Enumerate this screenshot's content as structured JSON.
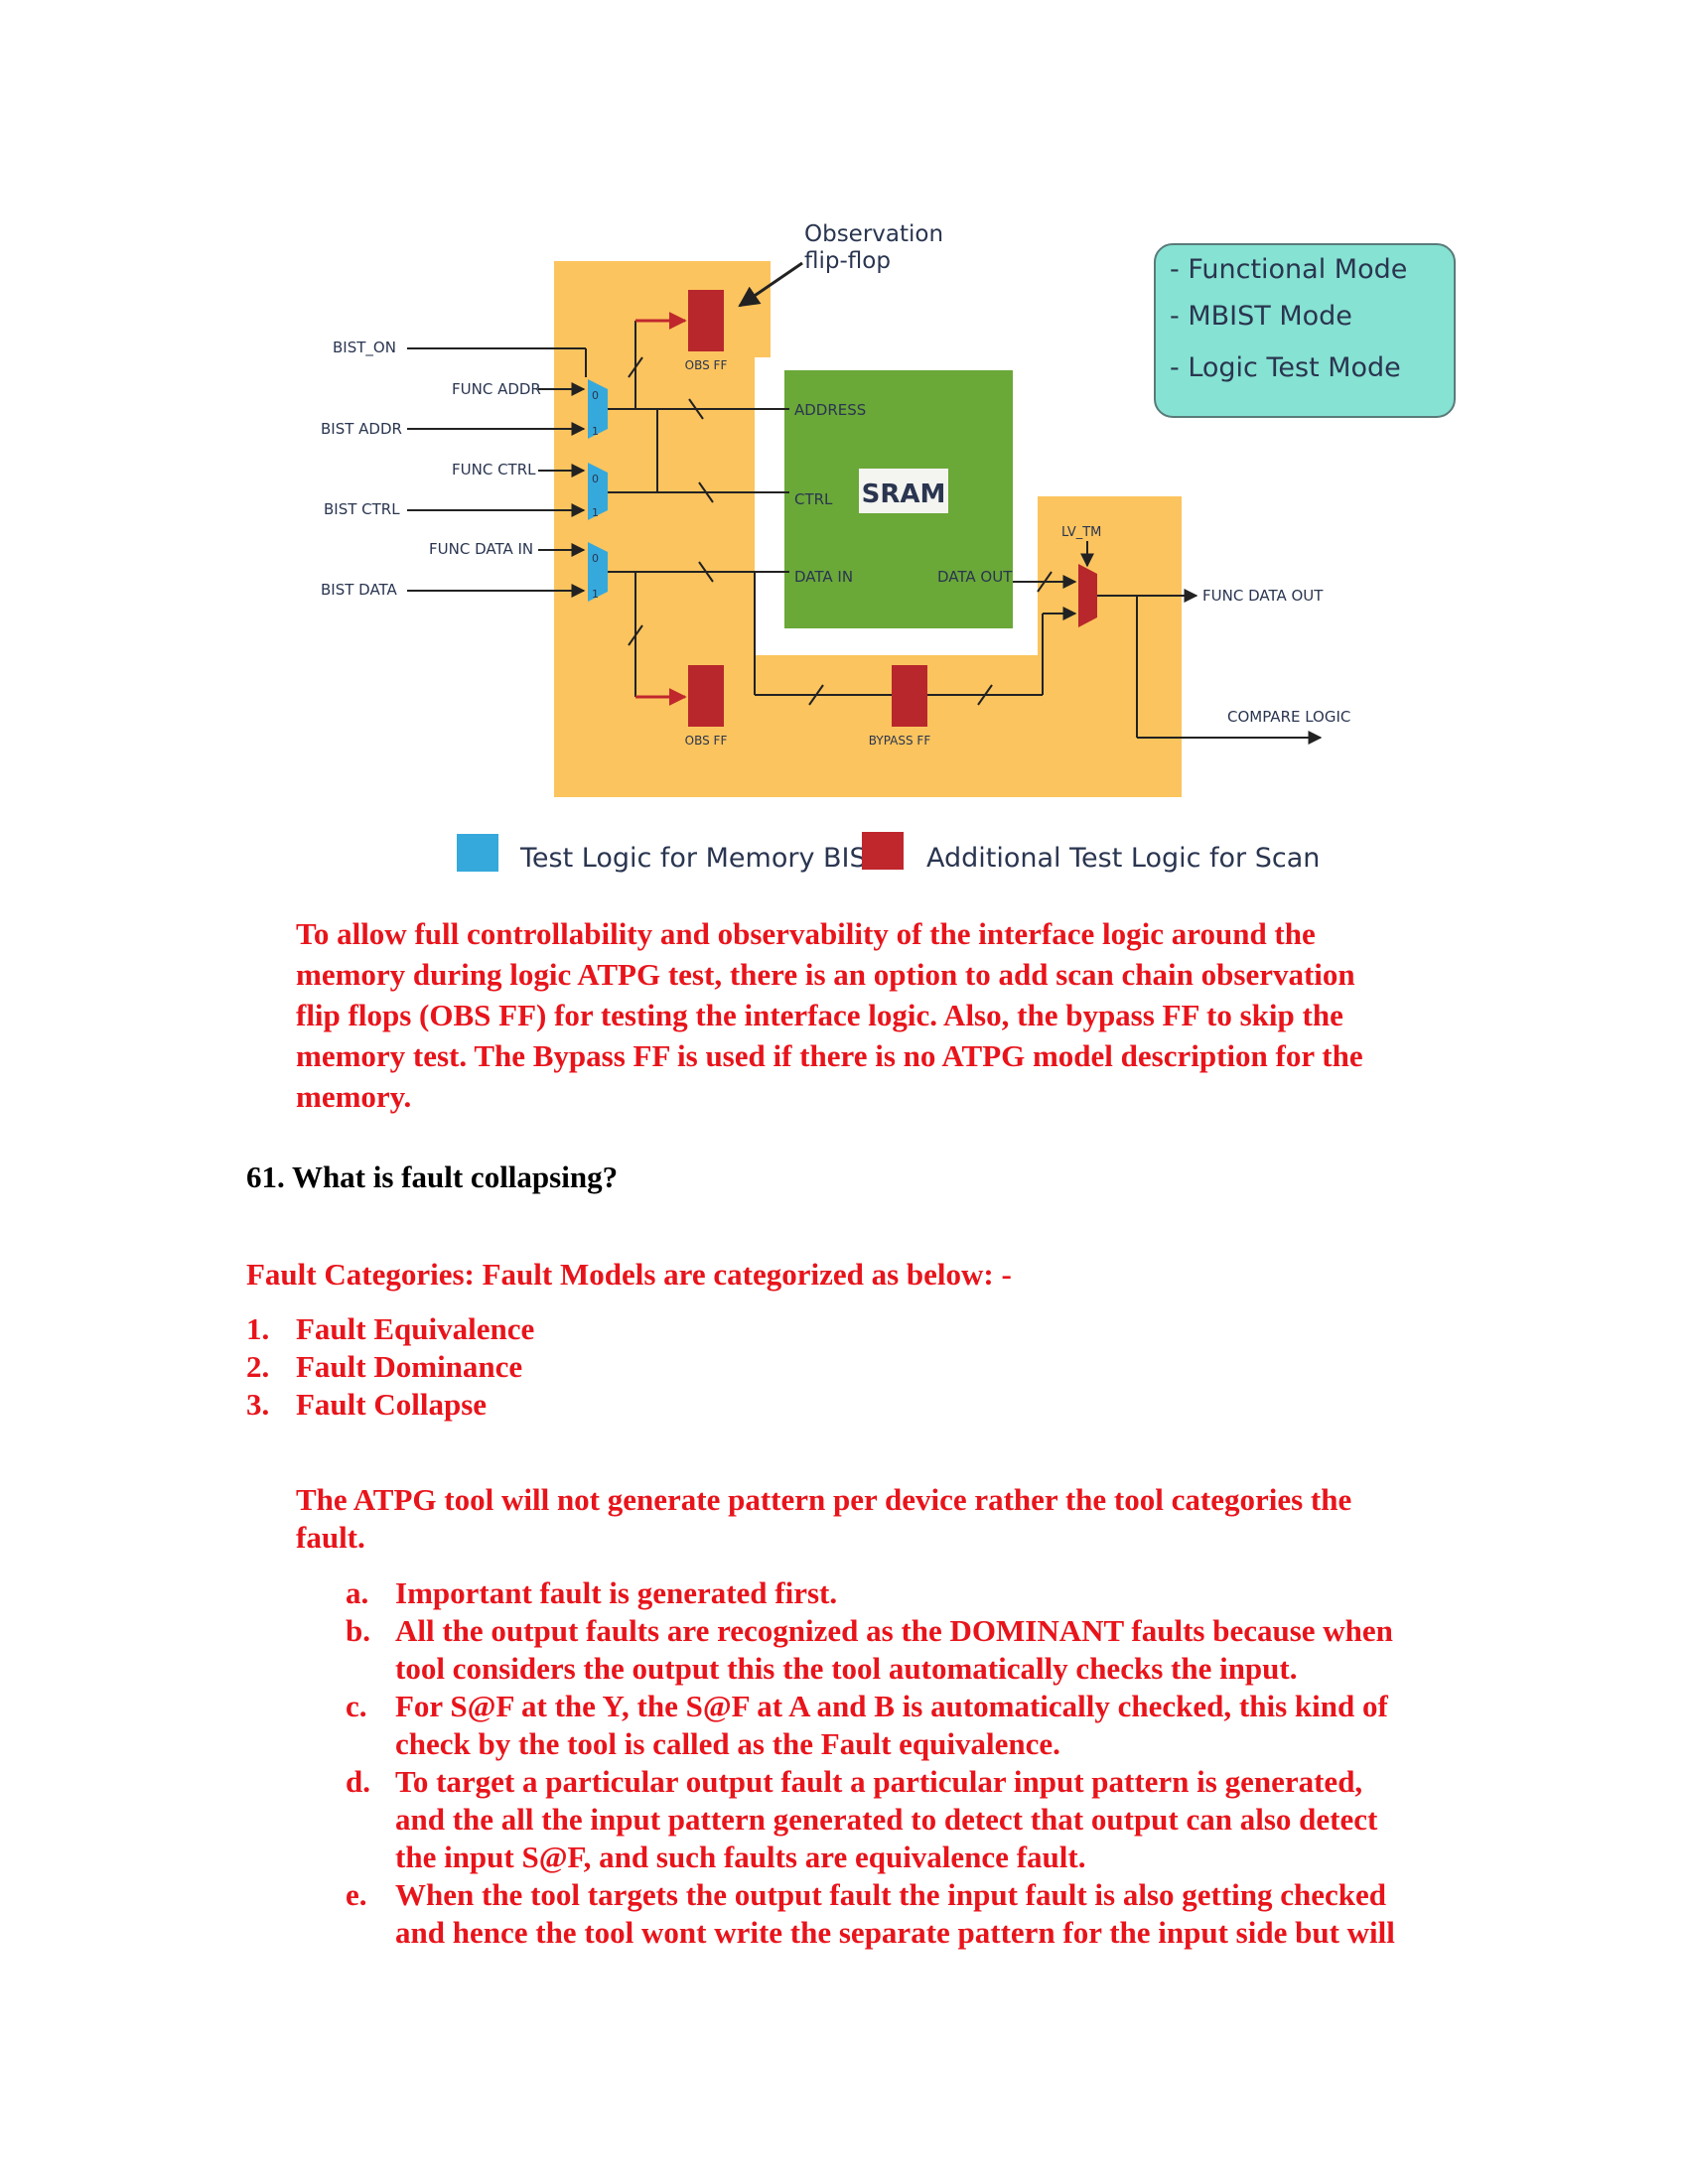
{
  "diagram": {
    "observation_label": [
      "Observation",
      "flip-flop"
    ],
    "modes": [
      "- Functional Mode",
      "- MBIST Mode",
      "- Logic Test Mode"
    ],
    "inputs": {
      "bist_on": "BIST_ON",
      "func_addr": "FUNC ADDR",
      "bist_addr": "BIST ADDR",
      "func_ctrl": "FUNC CTRL",
      "bist_ctrl": "BIST CTRL",
      "func_data_in": "FUNC DATA IN",
      "bist_data": "BIST DATA"
    },
    "mux_labels": [
      "0",
      "1"
    ],
    "sram": {
      "title": "SRAM",
      "address": "ADDRESS",
      "ctrl": "CTRL",
      "data_in": "DATA IN",
      "data_out": "DATA OUT"
    },
    "obs_ff_top": "OBS FF",
    "obs_ff_bottom": "OBS FF",
    "bypass_ff": "BYPASS FF",
    "lv_tm": "LV_TM",
    "func_data_out": "FUNC DATA OUT",
    "compare_logic": "COMPARE LOGIC",
    "legend": {
      "blue": "Test Logic for Memory BIST",
      "red": "Additional Test Logic for Scan"
    },
    "colors": {
      "orange_block": "#fcc45e",
      "mux_blue": "#35a9dc",
      "ff_red": "#b8272c",
      "sram_green": "#6aa838",
      "mode_box": "#86e2d2"
    }
  },
  "paragraph1": [
    "To allow full controllability and observability of the interface logic around the",
    "memory during logic ATPG test, there is an option to add scan chain observation",
    "flip flops (OBS FF) for testing the interface logic. Also, the bypass FF to skip the",
    "memory test. The Bypass FF is used if there is no ATPG model description for the",
    "memory."
  ],
  "question": "61. What is fault collapsing?",
  "categories_heading": "Fault Categories: Fault Models are categorized as below: -",
  "numbered_list": [
    {
      "n": "1.",
      "text": "Fault Equivalence"
    },
    {
      "n": "2.",
      "text": "Fault Dominance"
    },
    {
      "n": "3.",
      "text": "Fault Collapse"
    }
  ],
  "paragraph2": [
    "The ATPG tool will not generate pattern per device rather the tool categories the",
    "fault."
  ],
  "alpha_list": [
    {
      "n": "a.",
      "lines": [
        "Important fault is generated first."
      ]
    },
    {
      "n": "b.",
      "lines": [
        "All the output faults are recognized as the DOMINANT faults because when",
        "tool considers the output this the tool automatically checks the input."
      ]
    },
    {
      "n": "c.",
      "lines": [
        "For S@F at the Y, the S@F at A and B is automatically checked, this kind of",
        "check by the tool is called as the Fault equivalence."
      ]
    },
    {
      "n": "d.",
      "lines": [
        "To target a particular output fault a particular input pattern is generated,",
        "and the all the input pattern generated to detect that output can also detect",
        "the input S@F, and such faults are equivalence fault."
      ]
    },
    {
      "n": "e.",
      "lines": [
        "When the tool targets the output fault the input fault is also getting checked",
        "and hence the tool wont write the separate pattern for the input side but will"
      ]
    }
  ]
}
